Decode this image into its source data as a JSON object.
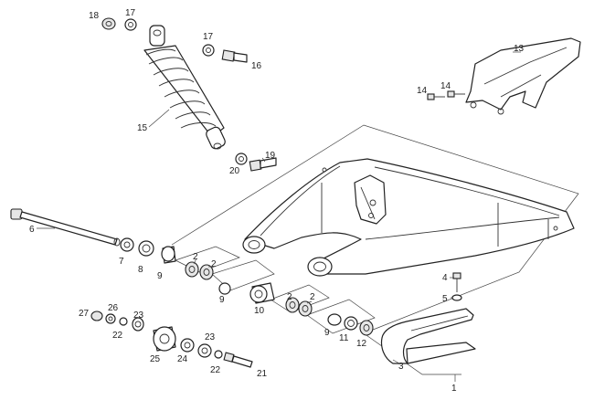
{
  "callouts": {
    "n1": "1",
    "n2a": "2",
    "n2b": "2",
    "n2c": "2",
    "n2d": "2",
    "n3": "3",
    "n4": "4",
    "n5": "5",
    "n6": "6",
    "n7": "7",
    "n8": "8",
    "n9a": "9",
    "n9b": "9",
    "n9c": "9",
    "n10": "10",
    "n11": "11",
    "n12": "12",
    "n13": "13",
    "n14a": "14",
    "n14b": "14",
    "n15": "15",
    "n16": "16",
    "n17a": "17",
    "n17b": "17",
    "n18": "18",
    "n19": "19",
    "n20": "20",
    "n21": "21",
    "n22a": "22",
    "n22b": "22",
    "n23a": "23",
    "n23b": "23",
    "n24": "24",
    "n25": "25",
    "n26": "26",
    "n27": "27"
  },
  "colors": {
    "line": "#222222",
    "background": "#ffffff"
  }
}
